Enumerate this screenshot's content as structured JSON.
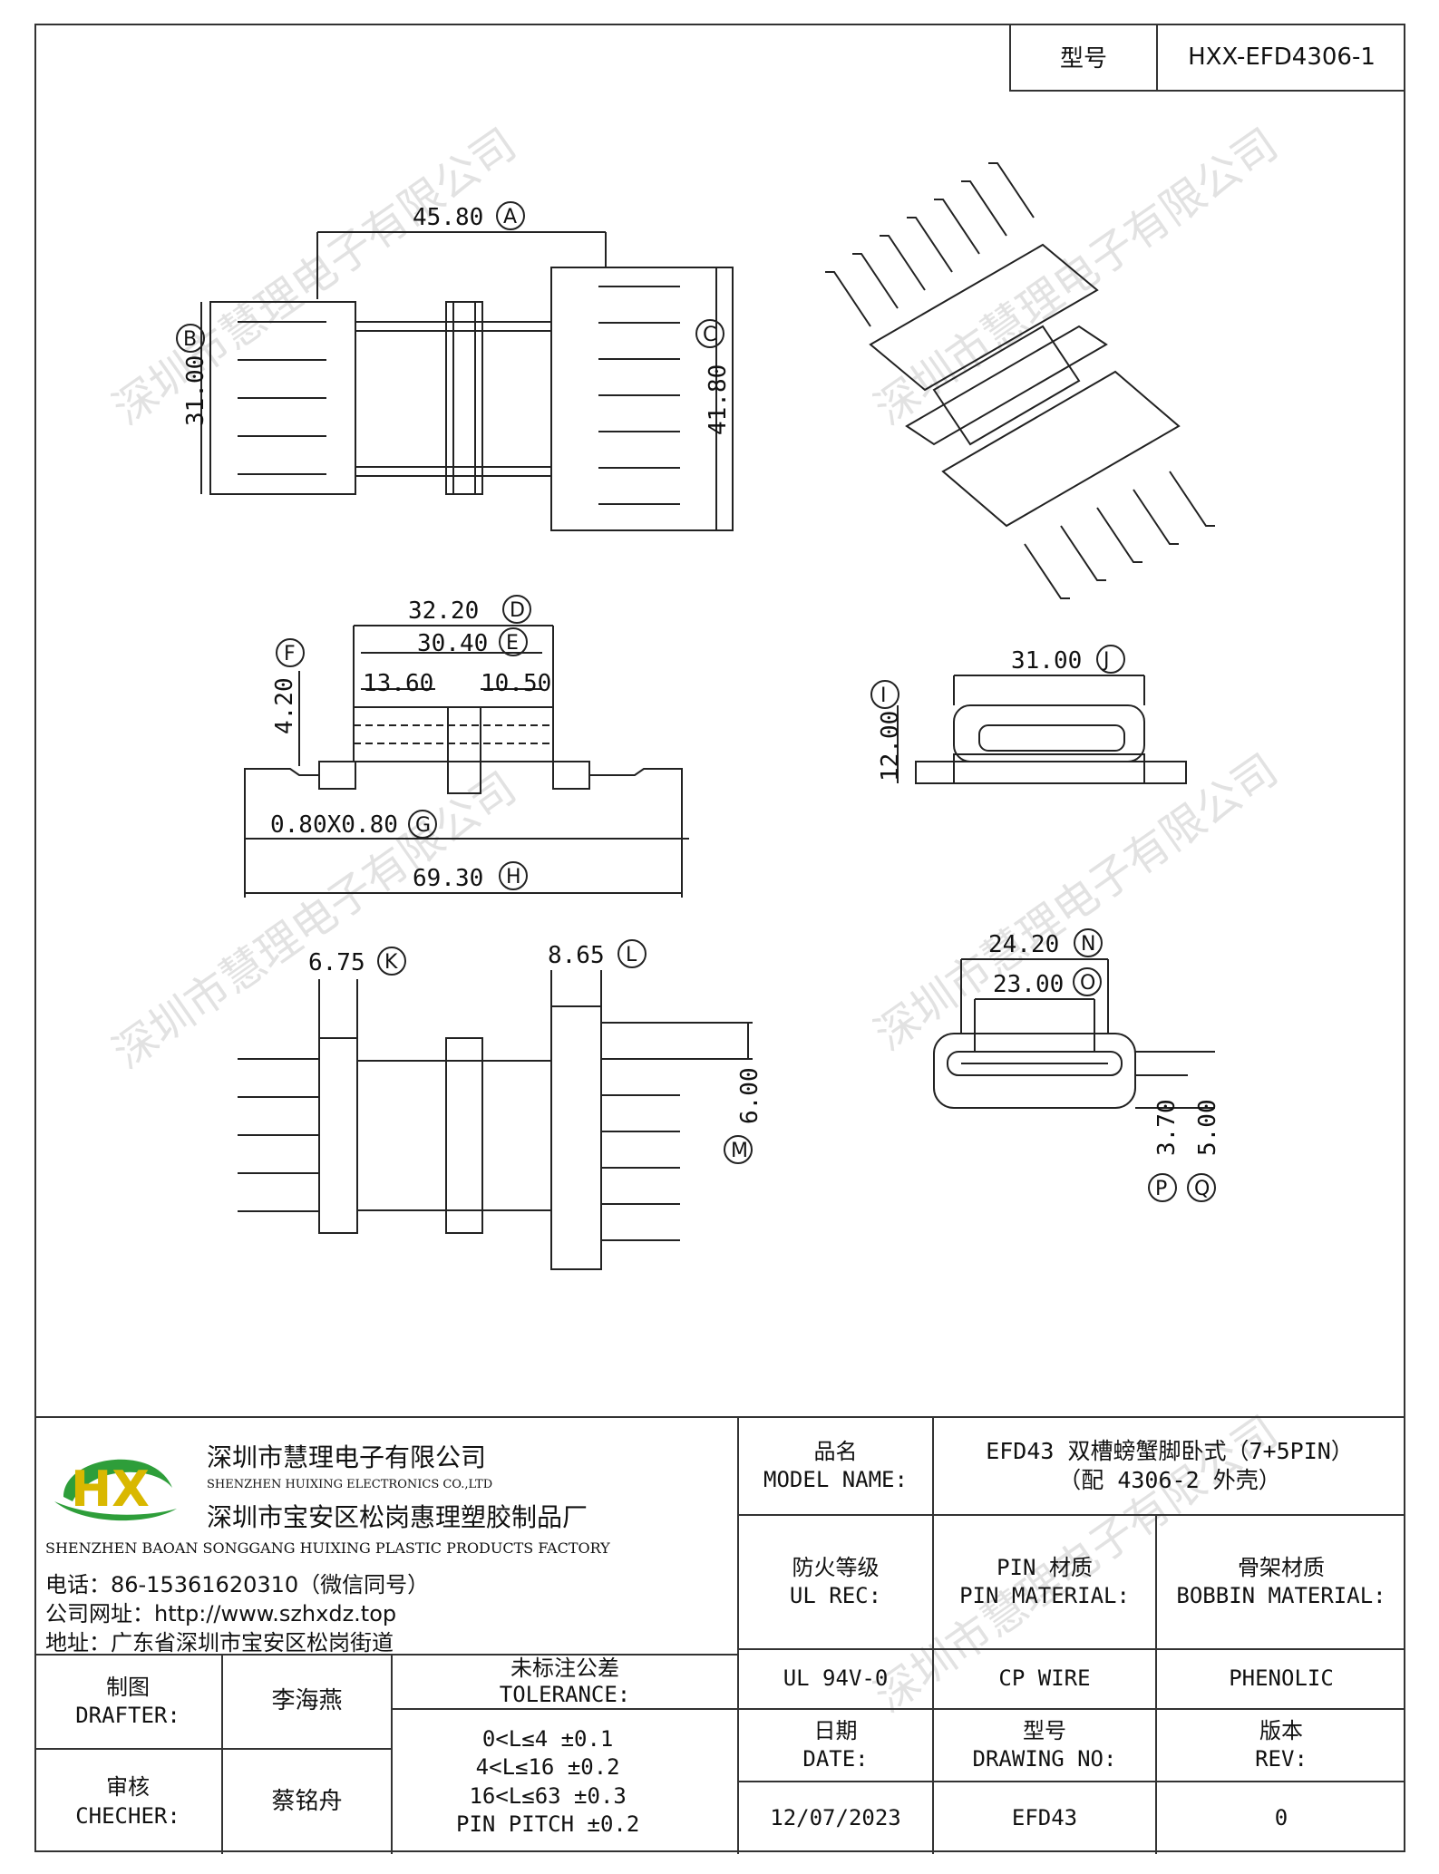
{
  "header": {
    "model_label": "型号",
    "model_value": "HXX-EFD4306-1"
  },
  "dimensions": {
    "a": "45.80",
    "a_tag": "A",
    "b": "31.00",
    "b_tag": "B",
    "c": "41.80",
    "c_tag": "C",
    "d": "32.20",
    "d_tag": "D",
    "e": "30.40",
    "e_tag": "E",
    "f": "4.20",
    "f_tag": "F",
    "s1": "13.60",
    "s2": "10.50",
    "g": "0.80X0.80",
    "g_tag": "G",
    "h": "69.30",
    "h_tag": "H",
    "i": "12.00",
    "i_tag": "I",
    "j": "31.00",
    "j_tag": "J",
    "k": "6.75",
    "k_tag": "K",
    "l": "8.65",
    "l_tag": "L",
    "m": "6.00",
    "m_tag": "M",
    "n": "24.20",
    "n_tag": "N",
    "o": "23.00",
    "o_tag": "O",
    "p": "3.70",
    "p_tag": "P",
    "q": "5.00",
    "q_tag": "Q"
  },
  "watermark": "深圳市慧理电子有限公司",
  "company": {
    "name_cn": "深圳市慧理电子有限公司",
    "name_en": "SHENZHEN HUIXING ELECTRONICS CO.,LTD",
    "factory_cn": "深圳市宝安区松岗惠理塑胶制品厂",
    "factory_en": "SHENZHEN BAOAN SONGGANG HUIXING PLASTIC PRODUCTS FACTORY",
    "phone": "电话：86-15361620310（微信同号）",
    "website": "公司网址：http://www.szhxdz.top",
    "address": "地址：广东省深圳市宝安区松岗街道",
    "logo_letters": "HX",
    "brand_green": "#2e9e3a",
    "brand_yellow": "#d9b800"
  },
  "title_block": {
    "model_name_label": "品名\nMODEL NAME:",
    "model_name_value": "EFD43 双槽螃蟹脚卧式（7+5PIN）\n（配 4306-2 外壳）",
    "fire_label": "防火等级\nUL REC:",
    "pin_label": "PIN 材质\nPIN MATERIAL:",
    "bobbin_label": "骨架材质\nBOBBIN MATERIAL:",
    "ul_value": "UL 94V-0",
    "pin_value": "CP WIRE",
    "bobbin_value": "PHENOLIC",
    "drafter_label": "制图\nDRAFTER:",
    "drafter_value": "李海燕",
    "checker_label": "审核\nCHECHER:",
    "checker_value": "蔡铭舟",
    "tolerance_label": "未标注公差\nTOLERANCE:",
    "tolerance_lines": "0<L≤4  ±0.1\n4<L≤16 ±0.2\n16<L≤63 ±0.3\nPIN PITCH ±0.2",
    "date_label": "日期\nDATE:",
    "date_value": "12/07/2023",
    "drawing_no_label": "型号\nDRAWING NO:",
    "drawing_no_value": "EFD43",
    "rev_label": "版本\nREV:",
    "rev_value": "0"
  }
}
